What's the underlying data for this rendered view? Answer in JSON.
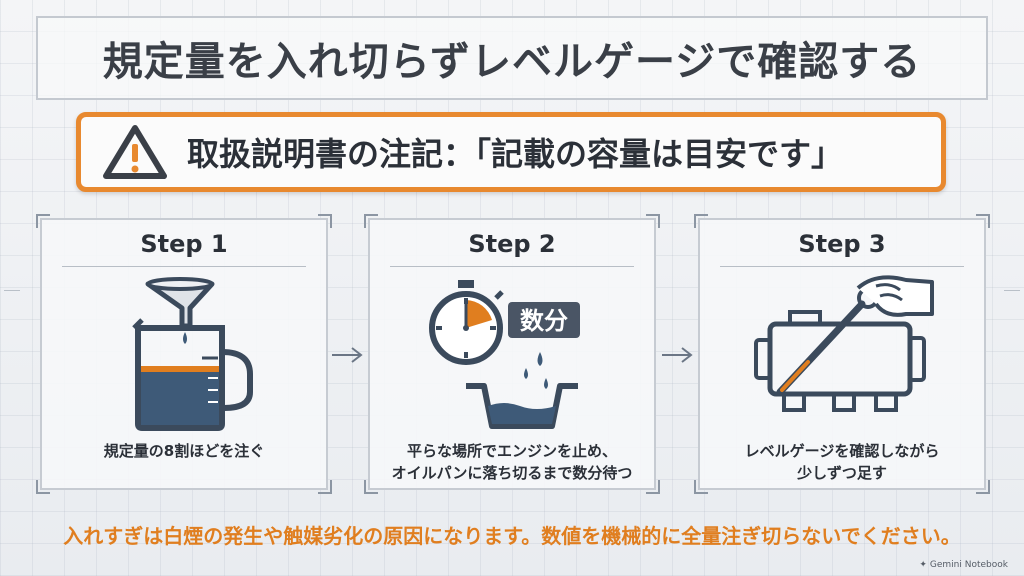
{
  "title": "規定量を入れ切らずレベルゲージで確認する",
  "note": {
    "icon": "warning-icon",
    "text": "取扱説明書の注記：「記載の容量は目安です」",
    "border_color": "#e8892f"
  },
  "steps": [
    {
      "label": "Step 1",
      "caption_lines": [
        "規定量の8割ほどを注ぐ"
      ],
      "icon": "funnel-measuring-cup-icon"
    },
    {
      "label": "Step 2",
      "badge": "数分",
      "caption_lines": [
        "平らな場所でエンジンを止め、",
        "オイルパンに落ち切るまで数分待つ"
      ],
      "icon": "stopwatch-oil-pan-icon"
    },
    {
      "label": "Step 3",
      "caption_lines": [
        "レベルゲージを確認しながら",
        "少しずつ足す"
      ],
      "icon": "engine-dipstick-icon"
    }
  ],
  "footer_note": "入れすぎは白煙の発生や触媒劣化の原因になります。数値を機械的に全量注ぎ切らないでください。",
  "brand": "Gemini Notebook",
  "colors": {
    "accent": "#e8892f",
    "ink": "#3b4a5c",
    "oil": "#e07e1f",
    "liquid": "#3e5a78"
  }
}
